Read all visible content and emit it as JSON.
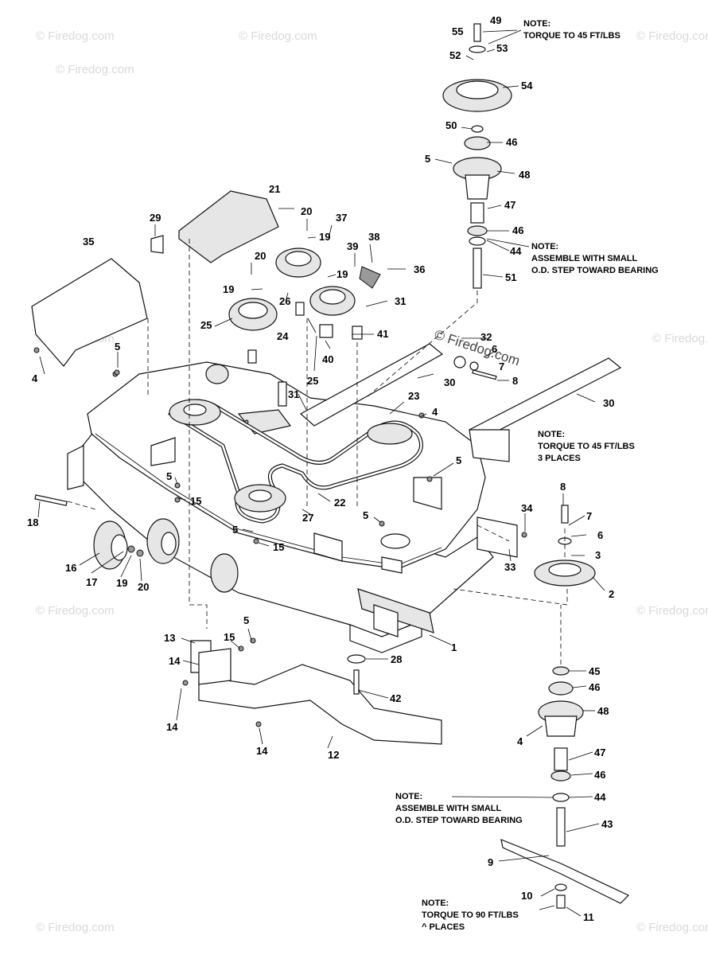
{
  "watermark": {
    "text": "© Firedog.com",
    "center_text": "© Firedog.com"
  },
  "notes": {
    "top_torque": [
      "NOTE:",
      "TORQUE TO 45 FT/LBS"
    ],
    "assemble_top": [
      "NOTE:",
      "ASSEMBLE WITH SMALL",
      "O.D. STEP TOWARD BEARING"
    ],
    "torque_3places": [
      "NOTE:",
      "TORQUE TO 45 FT/LBS",
      "3 PLACES"
    ],
    "assemble_bottom": [
      "NOTE:",
      "ASSEMBLE WITH SMALL",
      "O.D. STEP TOWARD BEARING"
    ],
    "torque_90": [
      "NOTE:",
      "TORQUE TO 90 FT/LBS",
      "^ PLACES"
    ]
  },
  "callouts": {
    "c49": "49",
    "c55": "55",
    "c53": "53",
    "c52": "52",
    "c54": "54",
    "c50": "50",
    "c46a": "46",
    "c5a": "5",
    "c48a": "48",
    "c47a": "47",
    "c46b": "46",
    "c44a": "44",
    "c51": "51",
    "c21": "21",
    "c29": "29",
    "c20a": "20",
    "c37": "37",
    "c19a": "19",
    "c38": "38",
    "c39": "39",
    "c35": "35",
    "c20b": "20",
    "c19b": "19",
    "c36": "36",
    "c19c": "19",
    "c26": "26",
    "c31a": "31",
    "c25a": "25",
    "c24": "24",
    "c41": "41",
    "c32": "32",
    "c6a": "6",
    "c40": "40",
    "c7a": "7",
    "c4a": "4",
    "c5b": "5",
    "c25b": "25",
    "c8a": "8",
    "c30a": "30",
    "c31b": "31",
    "c23": "23",
    "c30b": "30",
    "c4b": "4",
    "c5c": "5",
    "c5d": "5",
    "c15a": "15",
    "c18": "18",
    "c22": "22",
    "c27": "27",
    "c5e": "5",
    "c8b": "8",
    "c34": "34",
    "c7b": "7",
    "c5f": "5",
    "c15b": "15",
    "c6b": "6",
    "c3": "3",
    "c33": "33",
    "c16": "16",
    "c17": "17",
    "c19d": "19",
    "c20c": "20",
    "c2": "2",
    "c5g": "5",
    "c1": "1",
    "c13": "13",
    "c15c": "15",
    "c14a": "14",
    "c28": "28",
    "c45": "45",
    "c46c": "46",
    "c42": "42",
    "c48b": "48",
    "c14b": "14",
    "c4c": "4",
    "c12": "12",
    "c14c": "14",
    "c47b": "47",
    "c46d": "46",
    "c44b": "44",
    "c43": "43",
    "c9": "9",
    "c10": "10",
    "c11": "11"
  }
}
